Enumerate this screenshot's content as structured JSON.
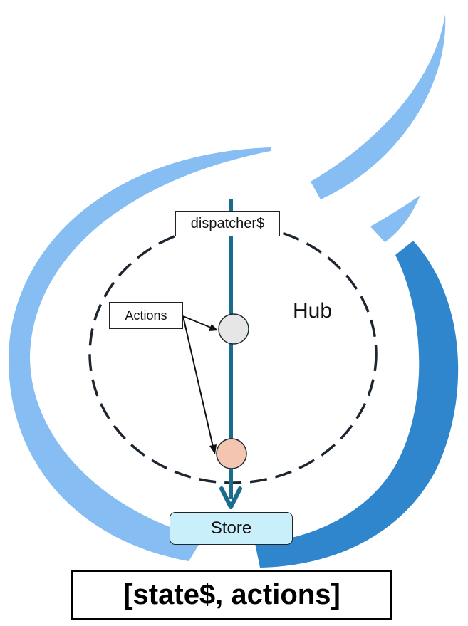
{
  "labels": {
    "dispatcher": "dispatcher$",
    "actions": "Actions",
    "hub": "Hub",
    "store": "Store",
    "result": "[state$, actions]"
  },
  "colors": {
    "logo_light_blue": "#86bdf2",
    "logo_dark_blue": "#2f86cc",
    "stream_line": "#1a6b8c",
    "dashed_ring": "#1c2530",
    "action_node_1": "#e6e6e6",
    "action_node_2": "#f4c5b0",
    "store_fill": "#c9effb"
  }
}
